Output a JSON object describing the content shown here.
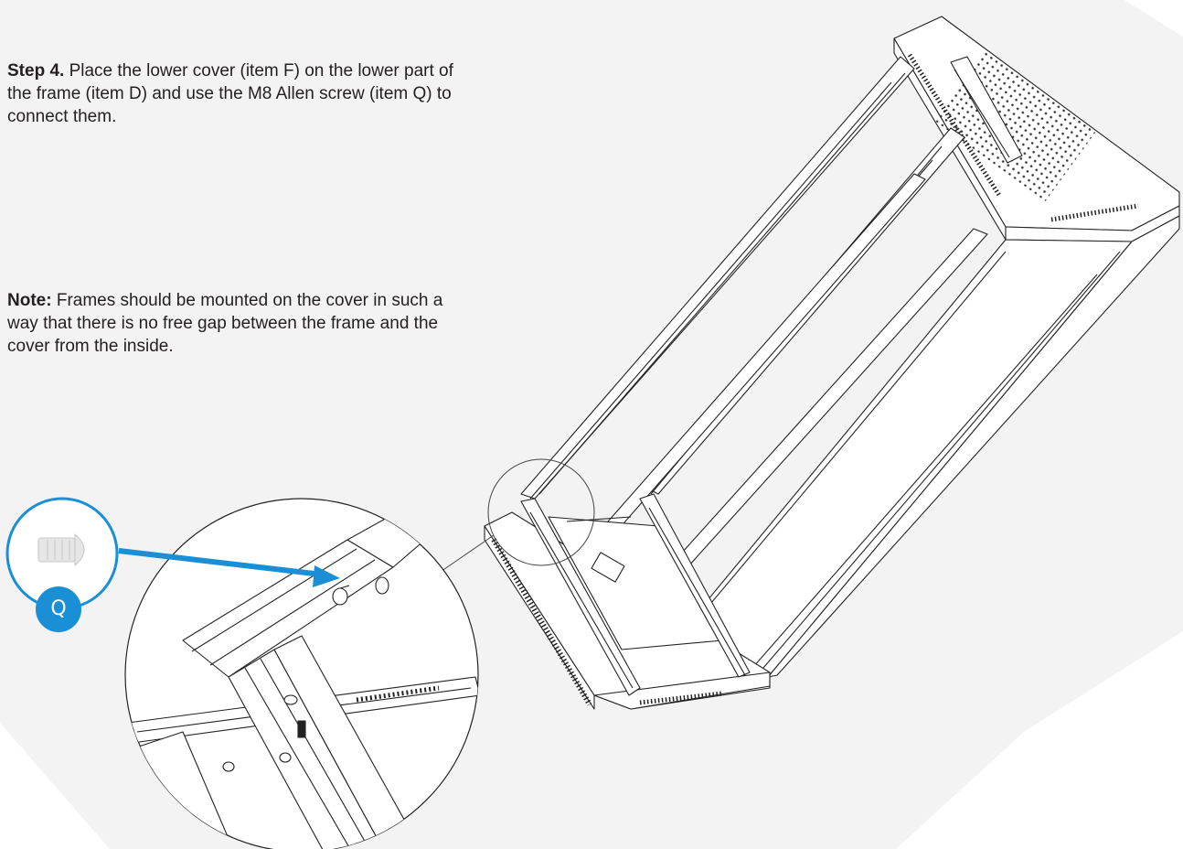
{
  "instructions": {
    "step_label": "Step 4.",
    "step_text": "Place the lower cover (item F) on the lower part of the frame (item D) and use the M8 Allen screw (item Q) to connect them.",
    "note_label": "Note:",
    "note_text": "Frames should be mounted on the cover in such a way that there is no free gap between the frame and the cover from the inside."
  },
  "detail": {
    "part_label": "Q",
    "part_name": "m8-allen-screw"
  },
  "colors": {
    "background": "#f3f3f3",
    "accent": "#1a8fd6",
    "line": "#222222",
    "text": "#231f20"
  }
}
